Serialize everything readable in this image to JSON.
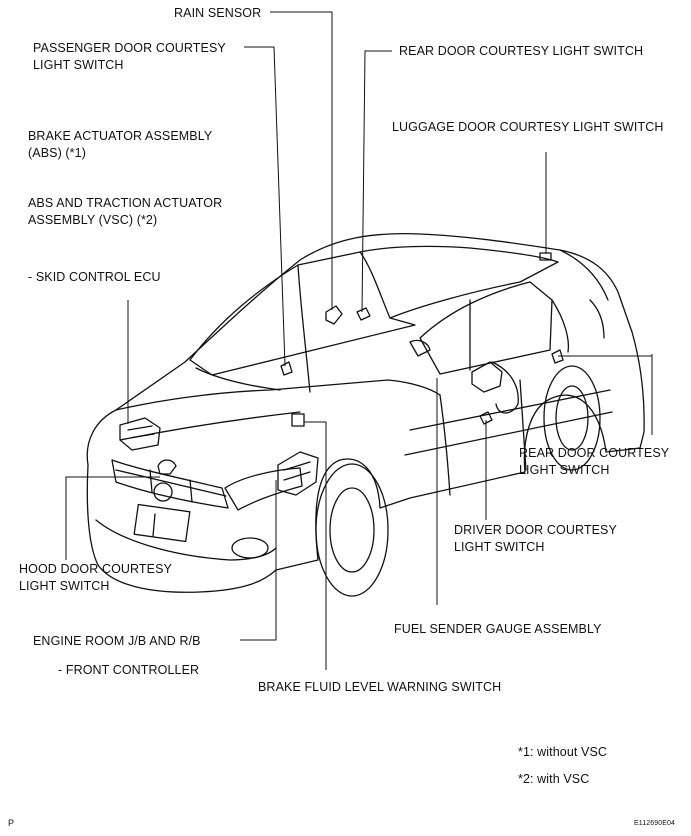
{
  "labels": {
    "rain_sensor": "RAIN SENSOR",
    "passenger_door_1": "PASSENGER DOOR COURTESY",
    "passenger_door_2": "LIGHT SWITCH",
    "rear_door_top": "REAR DOOR COURTESY LIGHT SWITCH",
    "brake_actuator_1": "BRAKE ACTUATOR ASSEMBLY",
    "brake_actuator_2": "(ABS) (*1)",
    "luggage_door": "LUGGAGE DOOR COURTESY LIGHT SWITCH",
    "abs_traction_1": "ABS AND TRACTION ACTUATOR",
    "abs_traction_2": "ASSEMBLY (VSC) (*2)",
    "skid_control": "- SKID CONTROL ECU",
    "rear_door_right_1": "REAR DOOR COURTESY",
    "rear_door_right_2": "LIGHT SWITCH",
    "driver_door_1": "DRIVER DOOR COURTESY",
    "driver_door_2": "LIGHT SWITCH",
    "hood_door_1": "HOOD DOOR COURTESY",
    "hood_door_2": "LIGHT SWITCH",
    "fuel_sender": "FUEL SENDER GAUGE ASSEMBLY",
    "engine_room": "ENGINE ROOM J/B AND R/B",
    "front_controller": "- FRONT CONTROLLER",
    "brake_fluid": "BRAKE FLUID LEVEL WARNING  SWITCH"
  },
  "footnotes": {
    "note1": "*1: without VSC",
    "note2": "*2: with VSC"
  },
  "corner": {
    "left": "P",
    "right": "E112690E04"
  },
  "colors": {
    "line": "#111111",
    "background": "#ffffff"
  }
}
